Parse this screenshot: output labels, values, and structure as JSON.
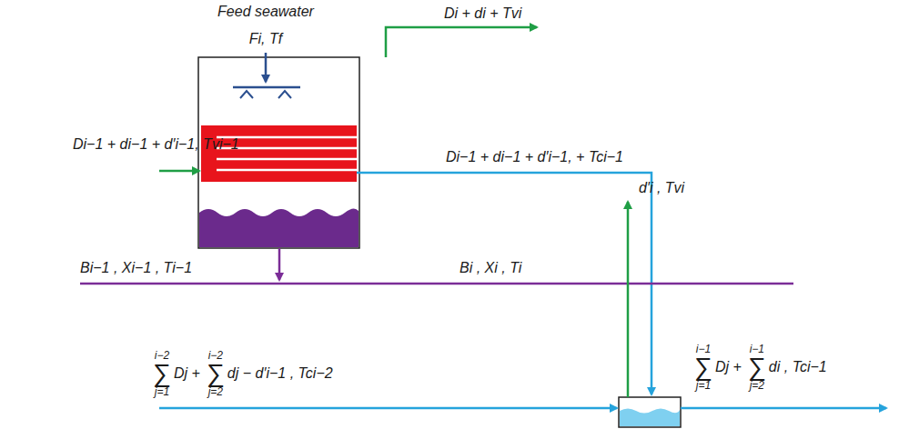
{
  "diagram": {
    "labels": [
      "Feed seawater",
      "Fi, Tf",
      "Di + di + Tvi",
      "Di−1 + di−1 + d′i−1, Tvi−1",
      "Di−1 + di−1 + d′i−1, + Tci−1",
      "d′i , Tvi",
      "Bi−1 , Xi−1 , Ti−1",
      "Bi , Xi , Ti",
      "i−2",
      "∑",
      "j=1",
      "Dj +",
      "i−2",
      "∑",
      "j=2",
      "dj − d′i−1 , Tci−2",
      "i−1",
      "∑",
      "j=1",
      "Dj +",
      "i−1",
      "∑",
      "j=2",
      "di , Tci−1"
    ]
  }
}
